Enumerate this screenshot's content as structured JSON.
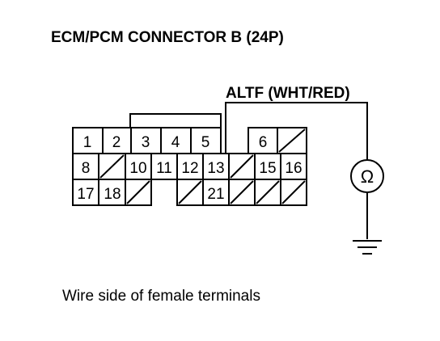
{
  "title": "ECM/PCM CONNECTOR B (24P)",
  "wire_label": "ALTF (WHT/RED)",
  "caption": "Wire side of female terminals",
  "meter_symbol": "Ω",
  "connector": {
    "rows": [
      [
        "1",
        "2",
        "3",
        "4",
        "5",
        "gap",
        "6",
        "x"
      ],
      [
        "8",
        "x",
        "10",
        "11",
        "12",
        "13",
        "x",
        "15",
        "16"
      ],
      [
        "17",
        "18",
        "x",
        "gap",
        "x",
        "21",
        "x",
        "x",
        "x"
      ]
    ]
  }
}
